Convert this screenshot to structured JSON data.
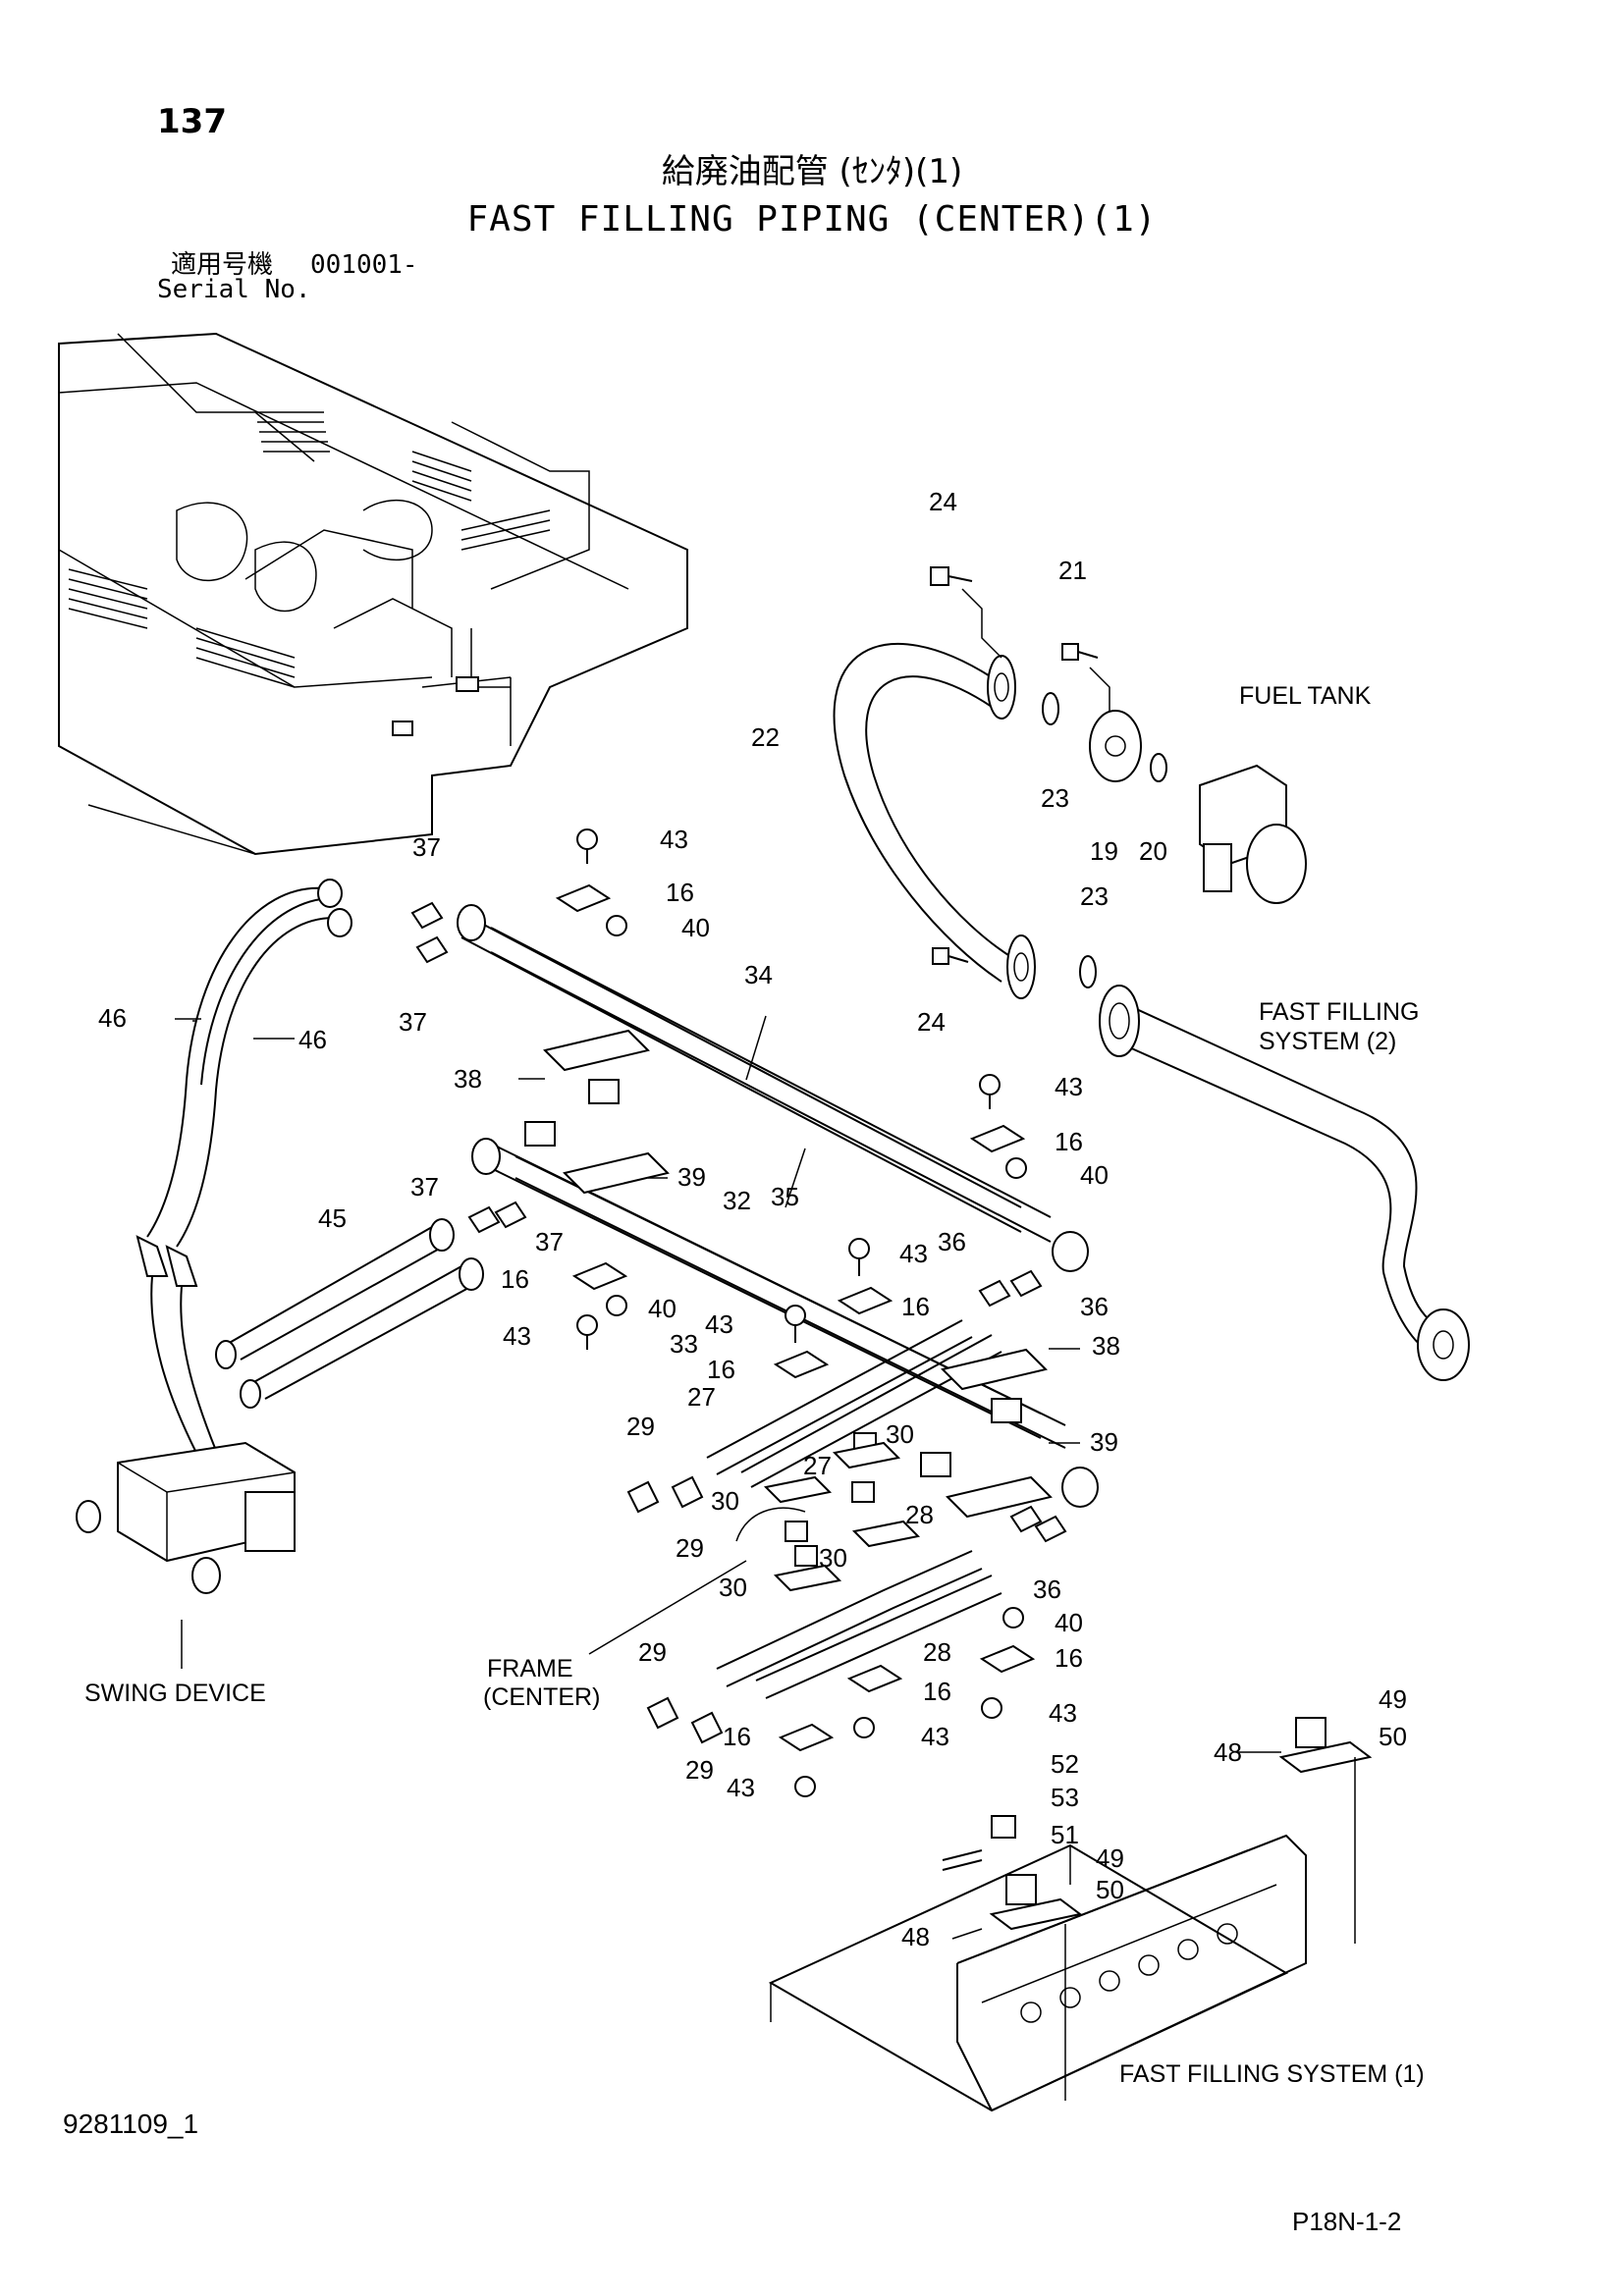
{
  "header": {
    "page_number": "137",
    "title_jp": "給廃油配管 (ｾﾝﾀ)(1)",
    "title_en": "FAST FILLING PIPING (CENTER)(1)",
    "serial_label_jp": "適用号機",
    "serial_value": "001001-",
    "serial_label_en": "Serial No."
  },
  "footer": {
    "document_number": "9281109_1",
    "page_reference": "P18N-1-2"
  },
  "notes": {
    "fuel_tank": "FUEL TANK",
    "fast_filling_system_2_line1": "FAST FILLING",
    "fast_filling_system_2_line2": "SYSTEM (2)",
    "swing_device": "SWING DEVICE",
    "frame_center_line1": "FRAME",
    "frame_center_line2": "(CENTER)",
    "fast_filling_system_1": "FAST FILLING SYSTEM (1)"
  },
  "callouts": [
    "24",
    "21",
    "22",
    "23",
    "19",
    "20",
    "23",
    "24",
    "37",
    "43",
    "16",
    "40",
    "37",
    "46",
    "46",
    "34",
    "38",
    "35",
    "43",
    "16",
    "40",
    "37",
    "39",
    "32",
    "45",
    "37",
    "16",
    "40",
    "43",
    "36",
    "43",
    "16",
    "36",
    "43",
    "16",
    "33",
    "38",
    "27",
    "29",
    "27",
    "30",
    "39",
    "30",
    "29",
    "28",
    "30",
    "30",
    "36",
    "40",
    "28",
    "16",
    "16",
    "29",
    "16",
    "43",
    "29",
    "43",
    "43",
    "49",
    "48",
    "50",
    "52",
    "53",
    "51",
    "49",
    "50",
    "48"
  ]
}
